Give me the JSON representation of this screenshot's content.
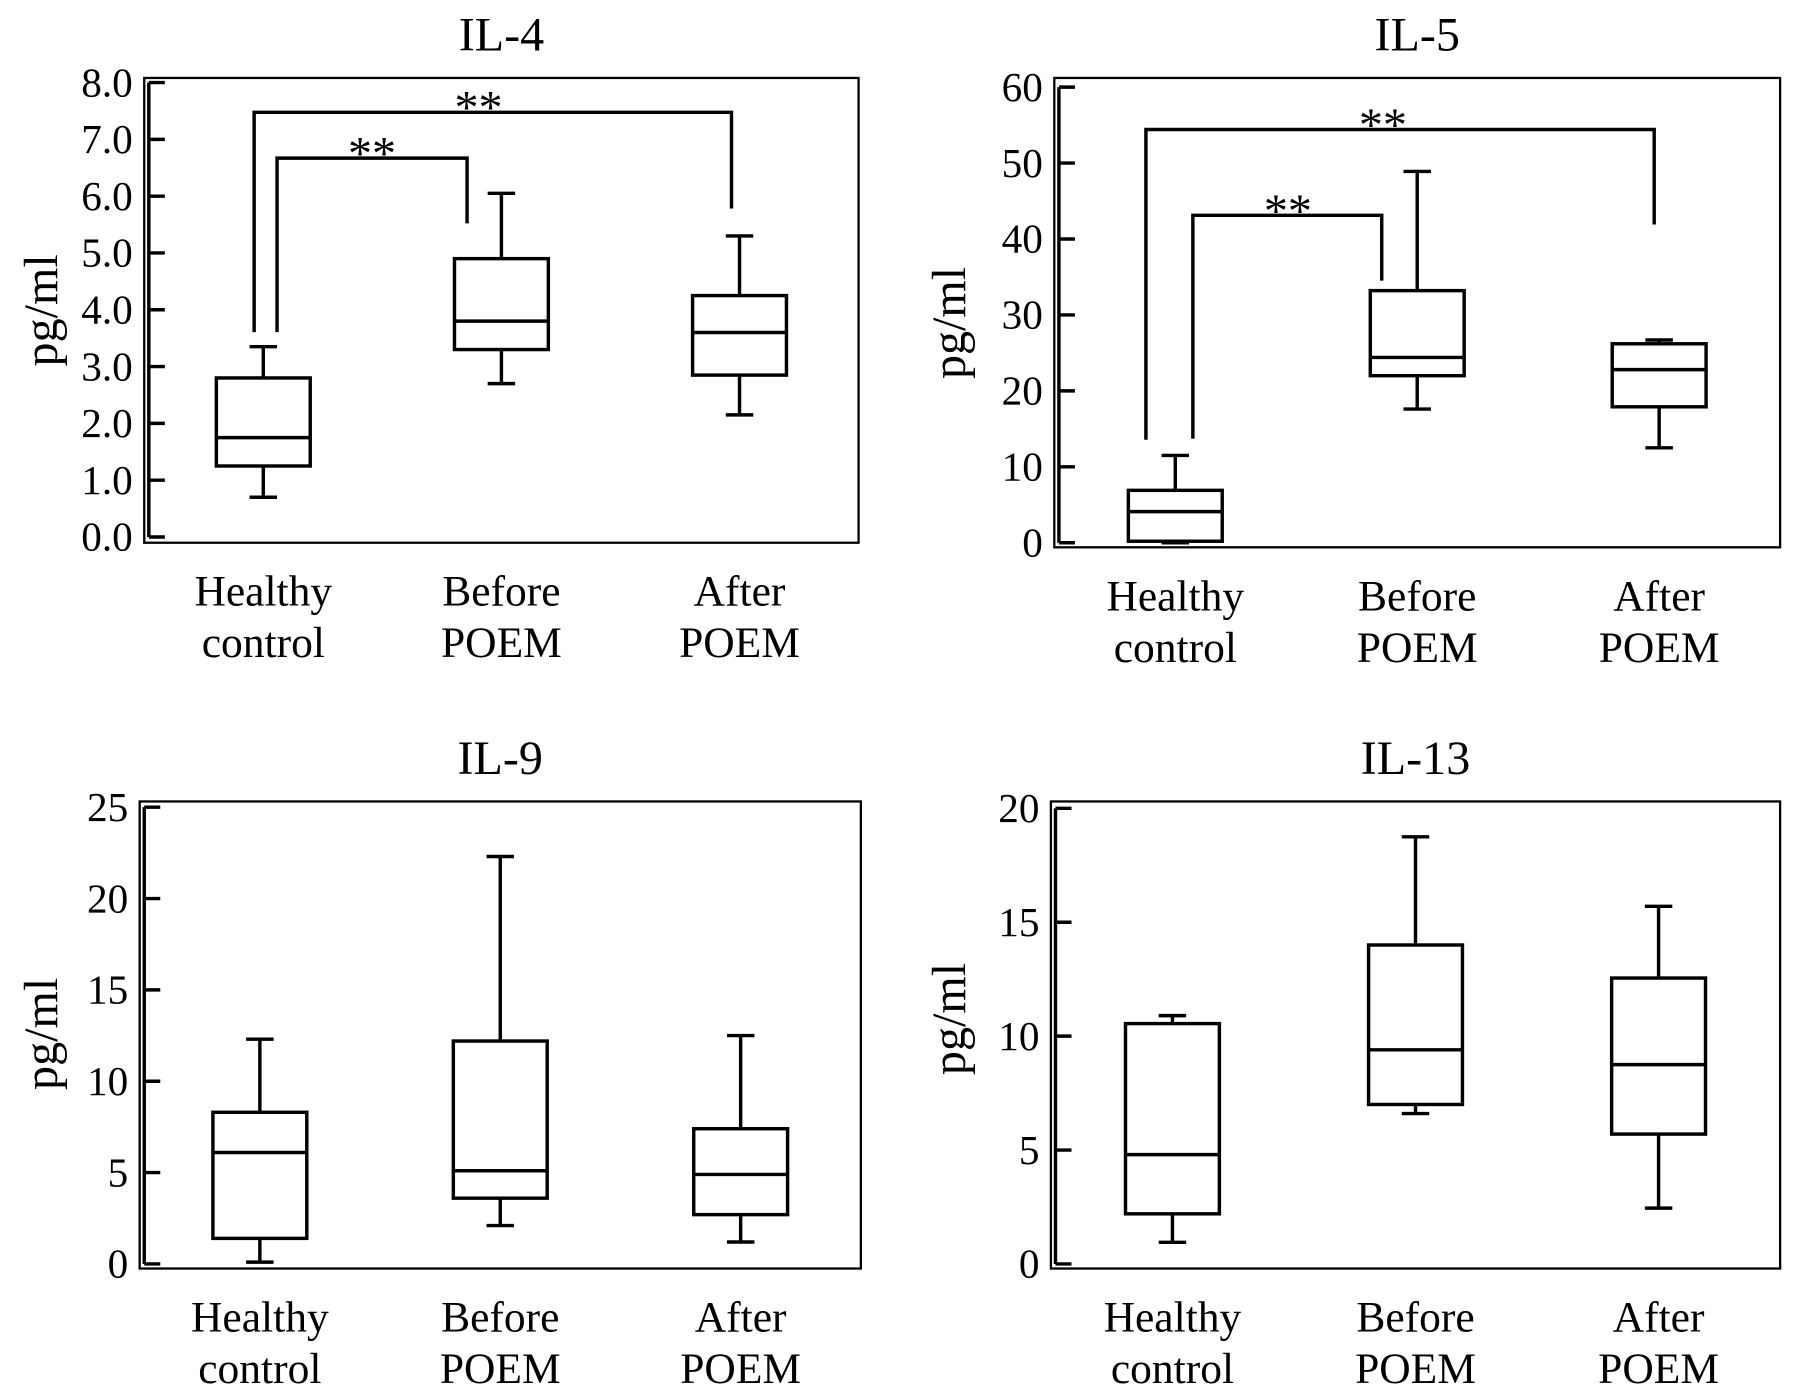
{
  "colors": {
    "ink": "#000000",
    "background": "#ffffff"
  },
  "chart_data": [
    {
      "type": "box",
      "title": "IL-4",
      "xlabel": "",
      "ylabel": "pg/ml",
      "categories": [
        [
          "Healthy",
          "control"
        ],
        [
          "Before",
          "POEM"
        ],
        [
          "After",
          "POEM"
        ]
      ],
      "ylim": [
        0,
        8
      ],
      "yticks": [
        "0.0",
        "1.0",
        "2.0",
        "3.0",
        "4.0",
        "5.0",
        "6.0",
        "7.0",
        "8.0"
      ],
      "grid": false,
      "boxes": [
        {
          "min": 0.7,
          "q1": 1.25,
          "median": 1.75,
          "q3": 2.8,
          "max": 3.35
        },
        {
          "min": 2.7,
          "q1": 3.3,
          "median": 3.8,
          "q3": 4.9,
          "max": 6.05
        },
        {
          "min": 2.15,
          "q1": 2.85,
          "median": 3.6,
          "q3": 4.25,
          "max": 5.3
        }
      ],
      "annotations": [
        {
          "between": [
            0,
            1
          ],
          "label": "**"
        },
        {
          "between": [
            0,
            2
          ],
          "label": "**"
        }
      ]
    },
    {
      "type": "box",
      "title": "IL-5",
      "xlabel": "",
      "ylabel": "pg/ml",
      "categories": [
        [
          "Healthy",
          "control"
        ],
        [
          "Before",
          "POEM"
        ],
        [
          "After",
          "POEM"
        ]
      ],
      "ylim": [
        0,
        60
      ],
      "yticks": [
        "0",
        "10",
        "20",
        "30",
        "40",
        "50",
        "60"
      ],
      "grid": false,
      "boxes": [
        {
          "min": 0,
          "q1": 0.2,
          "median": 4.1,
          "q3": 6.9,
          "max": 11.5
        },
        {
          "min": 17.6,
          "q1": 22.0,
          "median": 24.4,
          "q3": 33.2,
          "max": 48.9
        },
        {
          "min": 12.5,
          "q1": 17.9,
          "median": 22.8,
          "q3": 26.2,
          "max": 26.7
        }
      ],
      "annotations": [
        {
          "between": [
            0,
            1
          ],
          "label": "**"
        },
        {
          "between": [
            0,
            2
          ],
          "label": "**"
        }
      ]
    },
    {
      "type": "box",
      "title": "IL-9",
      "xlabel": "",
      "ylabel": "pg/ml",
      "categories": [
        [
          "Healthy",
          "control"
        ],
        [
          "Before",
          "POEM"
        ],
        [
          "After",
          "POEM"
        ]
      ],
      "ylim": [
        0,
        25
      ],
      "yticks": [
        "0",
        "5",
        "10",
        "15",
        "20",
        "25"
      ],
      "grid": false,
      "boxes": [
        {
          "min": 0.1,
          "q1": 1.4,
          "median": 6.1,
          "q3": 8.3,
          "max": 12.3
        },
        {
          "min": 2.1,
          "q1": 3.6,
          "median": 5.1,
          "q3": 12.2,
          "max": 22.3
        },
        {
          "min": 1.2,
          "q1": 2.7,
          "median": 4.9,
          "q3": 7.4,
          "max": 12.5
        }
      ],
      "annotations": []
    },
    {
      "type": "box",
      "title": "IL-13",
      "xlabel": "",
      "ylabel": "pg/ml",
      "categories": [
        [
          "Healthy",
          "control"
        ],
        [
          "Before",
          "POEM"
        ],
        [
          "After",
          "POEM"
        ]
      ],
      "ylim": [
        0,
        20
      ],
      "yticks": [
        "0",
        "5",
        "10",
        "15",
        "20"
      ],
      "grid": false,
      "boxes": [
        {
          "min": 0.95,
          "q1": 2.2,
          "median": 4.8,
          "q3": 10.55,
          "max": 10.9
        },
        {
          "min": 6.6,
          "q1": 7.0,
          "median": 9.4,
          "q3": 14.0,
          "max": 18.75
        },
        {
          "min": 2.45,
          "q1": 5.7,
          "median": 8.75,
          "q3": 12.55,
          "max": 15.7
        }
      ],
      "annotations": []
    }
  ]
}
